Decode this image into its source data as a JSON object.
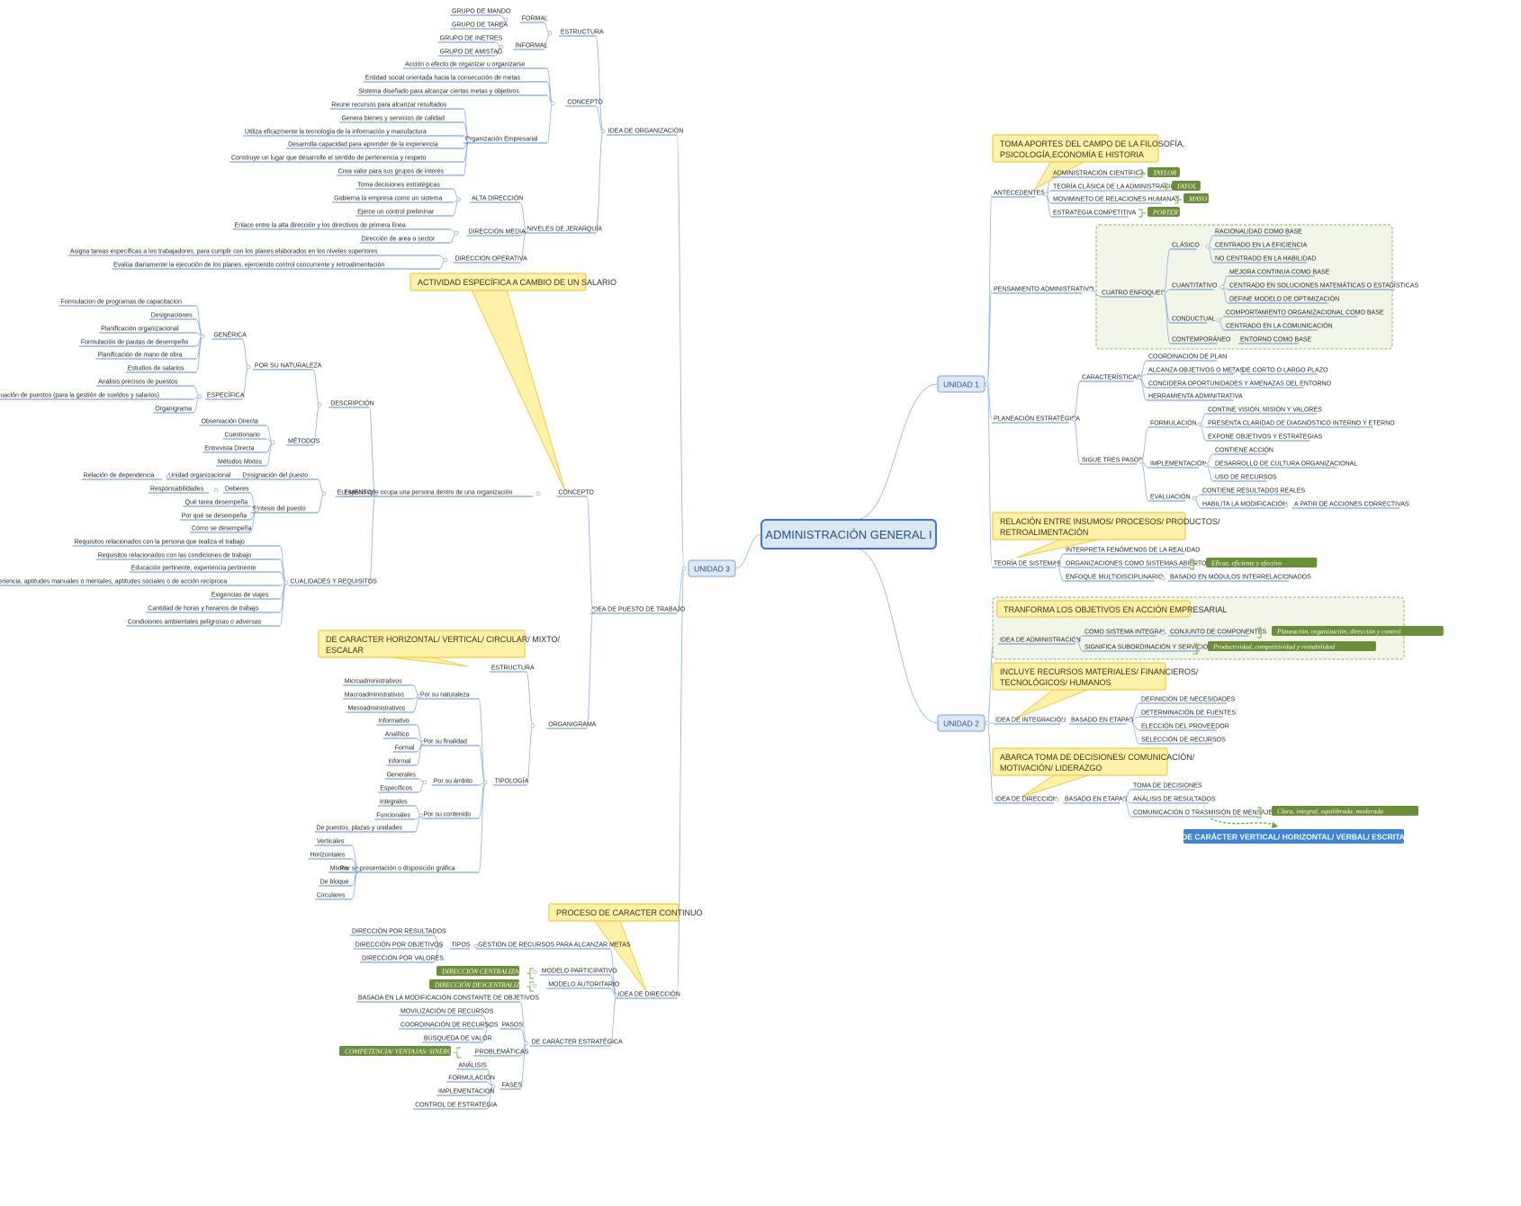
{
  "center": {
    "label": "ADMINISTRACIÓN GENERAL I"
  },
  "units": {
    "u1": "UNIDAD 1",
    "u2": "UNIDAD 2",
    "u3": "UNIDAD 3"
  },
  "colors": {
    "center_fill": "#dbe7f5",
    "center_border": "#3a7bd5",
    "callout_fill": "#fff2a8",
    "callout_border": "#f2c94c",
    "green_tag": "#6b8e3a",
    "blue_tag": "#3f84d4",
    "dashed_group": "#f1f6e9"
  },
  "u1": {
    "antecedentes": {
      "label": "ANTECEDENTES",
      "callout": [
        "TOMA APORTES DEL CAMPO DE LA FILOSOFÍA,",
        "PSICOLOGÍA,ECONOMÍA E HISTORIA"
      ],
      "items": [
        {
          "label": "ADMINISTRACIÓN CIENTÍFICA",
          "tag": "TAYLOR"
        },
        {
          "label": "TEORÍA CLÁSICA DE LA ADMINISTRACIÓN",
          "tag": "FAYOL"
        },
        {
          "label": "MOVIMINETO DE RELACIONES HUMANAS",
          "tag": "MAYO"
        },
        {
          "label": "ESTRATEGIA COMPETITIVA",
          "tag": "PORTER"
        }
      ]
    },
    "pensamiento": {
      "label": "PENSAMIENTO ADMINISTRATIVO",
      "enfoques": "CUATRO ENFOQUES",
      "groups": [
        {
          "label": "CLÁSICO",
          "items": [
            "RACIONALIDAD COMO BASE",
            "CENTRADO EN LA EFICIENCIA",
            "NO CENTRADO EN LA HABILIDAD"
          ]
        },
        {
          "label": "CUANTITATIVO",
          "items": [
            "MEJORA CONTINUA COMO BASE",
            "CENTRADO EN SOLUCIONES MATEMÁTICAS O ESTADÍSTICAS",
            "DEFINE MODELO DE OPTIMIZACIÓN"
          ]
        },
        {
          "label": "CONDUCTUAL",
          "items": [
            "COMPORTAMIENTO ORGANIZACIONAL COMO BASE",
            "CENTRADO EN LA COMUNICACIÓN"
          ]
        },
        {
          "label": "CONTEMPORÁNEO",
          "items": [
            "ENTORNO COMO BASE"
          ]
        }
      ]
    },
    "planeacion": {
      "label": "PLANEACIÓN ESTRATÉGICA",
      "caracteristicas": {
        "label": "CARACTERÍSTICAS",
        "items": [
          "COORDINACIÓN DE PLAN",
          "ALCANZA OBJETIVOS O METAS",
          "CONCIDERA OPORTUNIDADES Y AMENAZAS DEL ENTORNO",
          "HERRAMIENTA ADMINITRATIVA"
        ],
        "sub": "DE CORTO O LARGO PLAZO"
      },
      "pasos": {
        "label": "SIGUE TRES PASOS",
        "formulacion": {
          "label": "FORMULACIÓN",
          "items": [
            "CONTINE VISIÓN, MISIÓN Y VALORES",
            "PRESENTA CLARIDAD DE DIAGNÓSTICO INTERNO Y ETERNO",
            "EXPONE OBJETIVOS Y ESTRATEGIAS"
          ]
        },
        "implementacion": {
          "label": "IMPLEMENTACIÓN",
          "items": [
            "CONTIENE ACCIÓN",
            "DESARROLLO DE CULTURA ORGANIZACIONAL",
            "USO DE RECURSOS"
          ]
        },
        "evaluacion": {
          "label": "EVALUACIÓN",
          "items": [
            "CONTIENE RESULTADOS REALES",
            "HABILITA LA MODIFICACIÓN"
          ],
          "sub": "A PATIR DE ACCIONES CORRECTIVAS"
        }
      }
    },
    "sistemas": {
      "label": "TEORÍA DE SISTEMAS",
      "callout": [
        "RELACIÓN ENTRE INSUMOS/ PROCESOS/ PRODUCTOS/",
        "RETROALIMENTACIÓN"
      ],
      "items": [
        "INTERPRETA FENÓMENOS DE LA REALIDAD",
        "ORGANIZACIONES COMO SISTEMAS ABIERTOS",
        "ENFOQUE MULTIDISCIPLINARIO"
      ],
      "tag": "Eficaz, eficiente y efectivo",
      "sub": "BASADO EN MÓDULOS INTERRELACIONADOS"
    }
  },
  "u2": {
    "idea_admin": {
      "label": "IDEA DE ADMINISTRACIÓN",
      "callout": "TRANFORMA LOS OBJETIVOS EN ACCIÓN EMPRESARIAL",
      "items": [
        "COMO SISTEMA INTEGRAL",
        "SIGNIFICA SUBORDINACIÓN Y SERVICIO"
      ],
      "sub": "CONJUNTO DE COMPONENTES",
      "tags": [
        "Planeación, organización, dirección y control",
        "Productividad, competitividad y rentabilidad"
      ]
    },
    "integracion": {
      "label": "IDEA DE INTEGRACIÓN",
      "callout": [
        "INCLUYE RECURSOS MATERIALES/ FINANCIEROS/",
        "TECNOLÓGICOS/ HUMANOS"
      ],
      "etapas": "BASADO EN ETAPAS",
      "items": [
        "DEFINICIÓN DE NECESIDADES",
        "DETERMINACIÓN DE FUENTES",
        "ELECCIÓN DEL PROVEEDOR",
        "SELECCIÓN DE RECURSOS"
      ]
    },
    "direccion": {
      "label": "IDEA DE DIRECCIÓN",
      "callout": [
        "ABARCA TOMA DE DECISIONES/ COMUNICACIÓN/",
        "MOTIVACIÓN/ LIDERAZGO"
      ],
      "etapas": "BASADO EN ETAPAS",
      "items": [
        "TOMA DE DECISIONES",
        "ANÁLISIS DE RESULTADOS",
        "COMUNICACIÓN O TRASMISIÓN DE MENSAJES"
      ],
      "tag": "Clara, integral, equilibrada, moderada",
      "blue": "DE CARÁCTER VERTICAL/ HORIZONTAL/ VERBAL/ ESCRITA"
    }
  },
  "u3": {
    "org": {
      "label": "IDEA DE ORGANIZACIÓN",
      "estructura": {
        "label": "ESTRUCTURA",
        "formal": "FORMAL",
        "informal": "INFORMAL",
        "f_items": [
          "GRUPO DE MANDO",
          "GRUPO DE TAREA"
        ],
        "i_items": [
          "GRUPO DE INETRES",
          "GRUPO DE AMISTAD"
        ]
      },
      "concepto": {
        "label": "CONCEPTO",
        "items": [
          "Acción o efecto de organizar u organizarse",
          "Entidad social orientada hacia la consecución de metas",
          "Sistema diseñado para alcanzar ciertas metas y objetivos"
        ],
        "empresarial": "Organización Empresarial",
        "e_items": [
          "Reune recursos para alcanzar resultados",
          "Genera bienes y servicios de calidad",
          "Utiliza eficazmente la tecnología de la información y manufactura",
          "Desarrolla capacidad para aprender de la experiencia",
          "Construye un lugar que desarrolle el sentido de pertenencia y respeto",
          "Crea valor para sus grupos de interés"
        ]
      },
      "niveles": {
        "label": "NIVELES DE JERARQUÍA",
        "alta": "ALTA DIRECCIÓN",
        "alta_items": [
          "Toma decisiones estratégicas",
          "Gobierna la empresa como un sistema",
          "Ejerce un control preliminar"
        ],
        "media": "DIRECCIÓN MEDIA",
        "media_items": [
          "Enlace entre la alta dirección y los directivos de primera línea",
          "Dirección de area o sector"
        ],
        "operativa": "DIRECCIÓN OPERATIVA",
        "op_items": [
          "Asigna tareas especificas a los trabajadores, para cumplir con los planes elaborados en los niveles superiores",
          "Evalúa diariamente la ejecución de los planes, ejerciendo control concurrente y retroalimentación"
        ]
      }
    },
    "puesto": {
      "label": "IDEA DE PUESTO DE TRABAJO",
      "concepto": "CONCEPTO",
      "callout": "ACTIVIDAD ESPECÍFICA A CAMBIO DE UN SALARIO",
      "espacio": "Espacio que ocupa una persona dentro de una organización",
      "descripcion": "DESCRIPCIÓN",
      "naturaleza": "POR SU NATURALEZA",
      "generica": "GENÉRICA",
      "g_items": [
        "Formulacion de programas de capacitacion",
        "Designaciones",
        "Planificación organizacional",
        "Formulación de pautas de desempeño",
        "Planificación de mano de obra",
        "Estudios de salarios"
      ],
      "especifica": "ESPECÍFICA",
      "e_items": [
        "Análisis precisos de puestos",
        "Evaluación de puestos (para la gestión de sueldos y salarios)",
        "Organigrama"
      ],
      "metodos": "MÉTODOS",
      "m_items": [
        "Observación Directa",
        "Cuestionario",
        "Entrevista Directa",
        "Métodos Mixtos"
      ],
      "elementos": "ELEMENTOS",
      "designacion": "Designación del puesto",
      "unidad": "Unidad organizacional",
      "relacion": "Relación de dependencia",
      "sintesis": "Síntesis del puesto",
      "s_items": [
        "Deberes",
        "Qué tarea desempeña",
        "Por qué se desempeña",
        "Cómo se desempeña"
      ],
      "responsabilidades": "Responsabilidades",
      "cualidades": "CUALIDADES Y REQUISITOS",
      "c_items": [
        "Requisitos relacionados con la persona que realiza el trabajo",
        "Requisitos relacionados con las condiciones de trabajo",
        "Educación pertinente, experiencia pertinente",
        "Esferas concretas de experiencia, aptitudes manuales o mentales, aptitudes sociales o de acción recíproca",
        "Exigencias de viajes",
        "Cantidad de horas y horarios de trabajo",
        "Condiciones ambientales peligrosas o adversas"
      ]
    },
    "organigrama": {
      "label": "ORGANIGRAMA",
      "estructura": "ESTRUCTURA",
      "callout": [
        "DE CARACTER HORIZONTAL/ VERTICAL/ CIRCULAR/ MIXTO/",
        "ESCALAR"
      ],
      "tipologia": "TIPOLOGÍA",
      "naturaleza": "Por su naturaleza",
      "n_items": [
        "Microadministrativos",
        "Macroadministrativos",
        "Mesoadministrativos"
      ],
      "finalidad": "Por su finalidad",
      "f_items": [
        "Informativo",
        "Analítico",
        "Formal",
        "Informal"
      ],
      "ambito": "Por su ámbito",
      "a_items": [
        "Generales",
        "Específicos"
      ],
      "contenido": "Por su contenido",
      "c_items": [
        "Integrales",
        "Funcionales",
        "De puestos, plazas y unidades"
      ],
      "presentacion": "Por su presentación o disposición gráfica",
      "p_items": [
        "Verticales",
        "Horizontales",
        "Mixtos",
        "De bloque",
        "Circulares"
      ]
    },
    "direccion": {
      "label": "IDEA DE DIRECCIÓN",
      "callout": "PROCESO DE CARACTER CONTINUO",
      "gestion": "GESTIÓN DE RECURSOS PARA ALCANZAR METAS",
      "tipos": "TIPOS",
      "t_items": [
        "DIRECCIÓN POR RESULTADOS",
        "DIRECCIÓN POR OBJETIVOS",
        "DIRECCIÓN POR VALORES"
      ],
      "participativo": "MODELO PARTICIPATIVO",
      "autoritario": "MODELO AUTORITARIO",
      "tags": [
        "DIRECCIÓN CENTRALIZADA",
        "DIRECCIÓN DESCENTRALIZADA"
      ],
      "estrategica": "DE CARÁCTER ESTRATÉGICA",
      "basada": "BASADA EN LA MODIFICACIÓN CONSTANTE DE OBJETIVOS",
      "pasos": "PASOS",
      "p_items": [
        "MOVILIZACIÓN DE RECURSOS",
        "COORDINACIÓN DE RECURSOS",
        "BÚSQUEDA DE VALOR"
      ],
      "problematicas": "PROBLEMÁTICAS",
      "p_tag": "COMPETENCIA/ VENTAJAS/ SINERGIA",
      "fases": "FASES",
      "f_items": [
        "ANÁLISIS",
        "FORMULACIÓN",
        "IMPLEMENTACIÓN",
        "CONTROL DE ESTRATEGIA"
      ]
    }
  }
}
